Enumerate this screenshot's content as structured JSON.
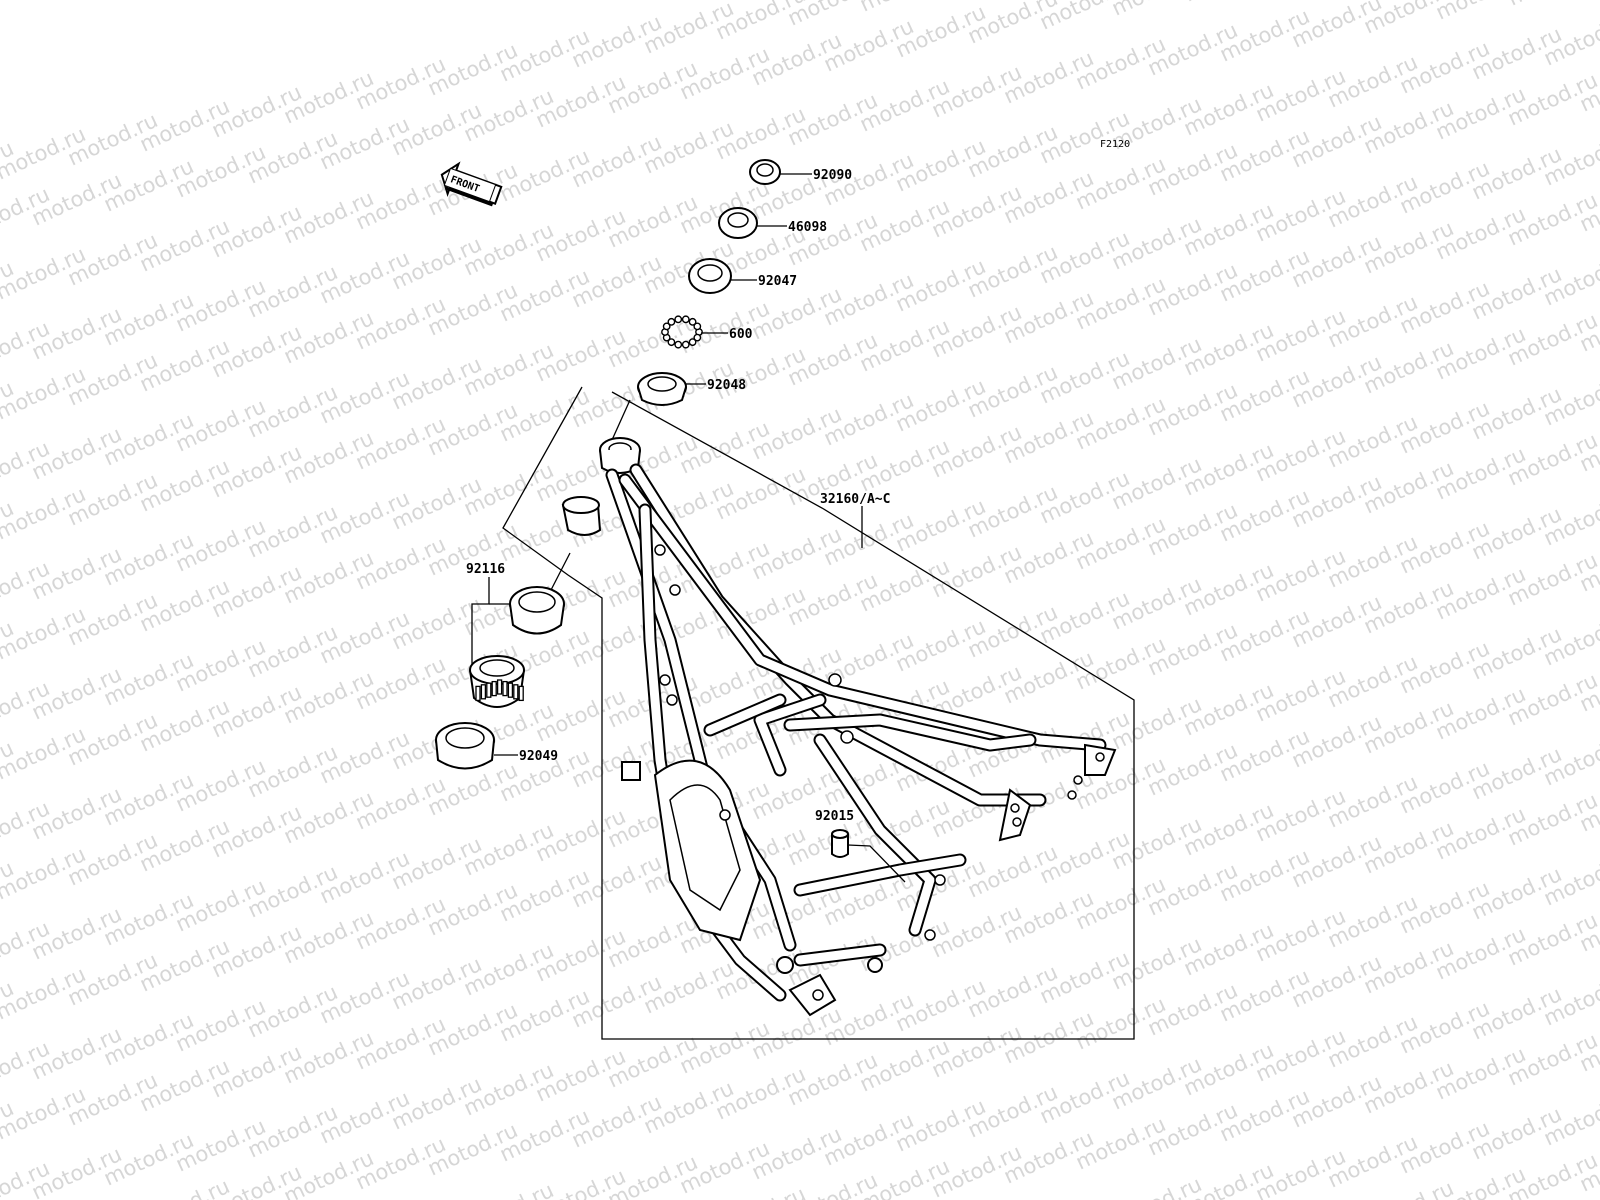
{
  "diagram_code": "F2120",
  "watermark": "motod.ru",
  "front_arrow": {
    "text": "FRONT",
    "icon": "front-direction-arrow-icon"
  },
  "labels": {
    "p92090": "92090",
    "p46098": "46098",
    "p92047": "92047",
    "p600": "600",
    "p92048": "92048",
    "frame": "32160/A~C",
    "p92116": "92116",
    "p92049": "92049",
    "p92015": "92015"
  }
}
